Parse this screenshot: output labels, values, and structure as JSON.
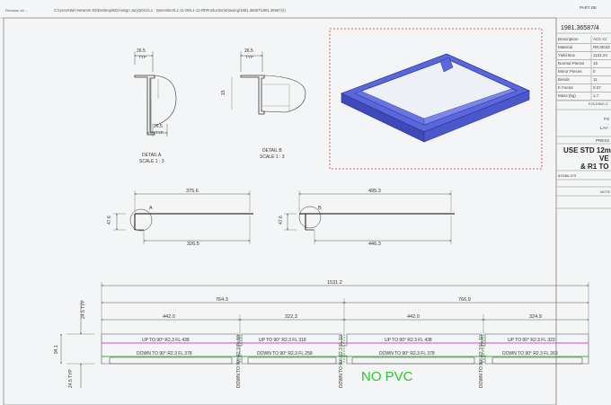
{
  "file_path": "C:\\Users\\Win-Newmm-03\\Desktop\\BD\\Assign Jury\\2021\\L1 - November\\L1-11-09\\L1-11-09\\Production\\Drawing\\1981.36587\\1981.36587(4)",
  "header_small": "Revision #4 ...",
  "title_block": {
    "part_label": "PART DE",
    "part_number": "1981.36587/4",
    "rows": [
      {
        "k": "Description",
        "v": "ACC-C/"
      },
      {
        "k": "Material",
        "v": "RRJ3042"
      },
      {
        "k": "Yield Box",
        "v": "1131.24"
      },
      {
        "k": "Normal Pieces",
        "v": "15"
      },
      {
        "k": "Mirror Pieces",
        "v": "0"
      },
      {
        "k": "Bends",
        "v": "11"
      },
      {
        "k": "K Factor",
        "v": "0.37"
      },
      {
        "k": "Mass (kg)",
        "v": "1.7"
      }
    ],
    "folding": "FOLDING C",
    "fo": "FO",
    "lay": "LAY-",
    "press": "PRESS",
    "note_line1": "USE STD 12m",
    "note_line2": "VE",
    "note_line3": "& R1 TO",
    "code": "8/1586-079",
    "note_small": "NOTE"
  },
  "details": {
    "a_label": "DETAIL A",
    "a_scale": "SCALE 1 : 3",
    "b_label": "DETAIL B",
    "b_scale": "SCALE 1 : 3",
    "a_dim_top": "26.5",
    "a_typ_top": "TYP",
    "a_dim_bottom": "26.5",
    "a_typ_bottom": "TYP",
    "b_dim_top": "26.5",
    "b_typ_top": "TYP",
    "b_side": "15"
  },
  "profiles": {
    "left_top": "375.6",
    "left_side": "47.6",
    "left_bottom": "326.5",
    "left_callout": "A",
    "right_top": "495.3",
    "right_side": "47.6",
    "right_bottom": "446.3",
    "right_callout": "B"
  },
  "flat_pattern": {
    "total": "1531.2",
    "half1": "764.3",
    "half2": "766.9",
    "segments": [
      "442.0",
      "322.3",
      "442.0",
      "324.9"
    ],
    "typ_top": "24.5 TYP",
    "typ_bottom": "24.5 TYP",
    "height": "94.1",
    "up_labels": [
      "UP  TO 90° R2.3  FL 438",
      "UP  TO 90° R2.3  FL 318",
      "UP  TO 90° R2.3  FL 438",
      "UP  TO 90° R2.3  FL 323"
    ],
    "down_labels": [
      "DOWN  TO 90° R2.3  FL 378",
      "DOWN  TO 90° R2.3  FL 258",
      "DOWN  TO 90° R2.3  FL 378",
      "DOWN  TO 90° R2.3  FL 263"
    ],
    "vertical_labels": [
      "DOWN  TO 90° R2.3  FL 10",
      "DOWN  TO 90° R2.3  FL 10",
      "DOWN  TO 90° R2.3  FL 10"
    ]
  },
  "no_pvc": "NO PVC",
  "colors": {
    "bend_up": "#d24bd2",
    "bend_down": "#32b432",
    "no_pvc": "#2ec52e",
    "part3d": "#5a66dc",
    "frame_red": "#e03030"
  }
}
